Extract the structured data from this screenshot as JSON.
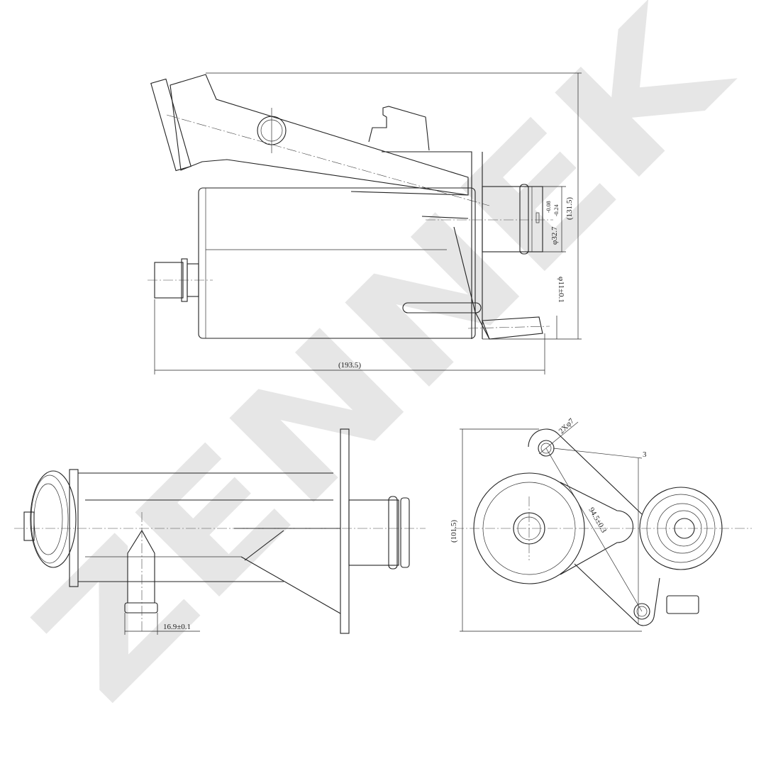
{
  "watermark": "ZENNEK",
  "dimensions": {
    "overall_height": "(131.5)",
    "outlet_diameter": "φ32.7",
    "outlet_tol_upper": "-0.08",
    "outlet_tol_lower": "-0.24",
    "small_pipe_diameter": "φ11±0.1",
    "overall_length": "(193.5)",
    "pipe_offset": "16.9±0.1",
    "end_view_height": "(101.5)",
    "mount_holes": "2Xφ7",
    "flange_thickness": "3",
    "hole_spacing": "94.5±0.3"
  }
}
